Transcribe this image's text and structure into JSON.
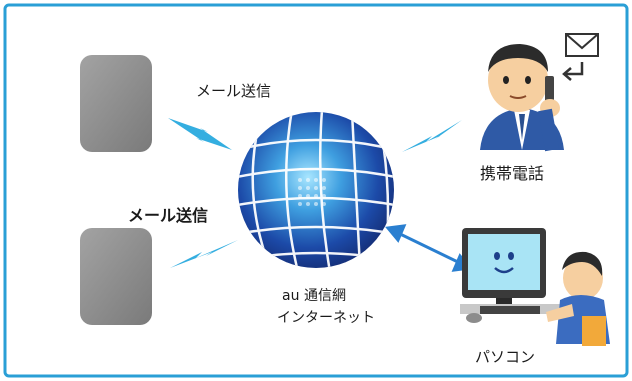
{
  "diagram": {
    "labels": {
      "mail_send_upper": "メール送信",
      "mail_send_lower": "メール送信",
      "network_line1": "au 通信網",
      "network_line2": "インターネット",
      "mobile_phone": "携帯電話",
      "pc": "パソコン"
    },
    "colors": {
      "frame": "#2a9fd6",
      "device": "#8c8c8c",
      "globe_dark": "#1c3f9c",
      "globe_light": "#8fd9f5",
      "lightning": "#34aee0",
      "arrow": "#2a7fd0"
    },
    "icons": [
      "envelope-icon",
      "reply-arrow-icon",
      "lightning-icon",
      "double-arrow-icon",
      "globe-icon",
      "businessman-icon",
      "computer-user-icon"
    ]
  }
}
